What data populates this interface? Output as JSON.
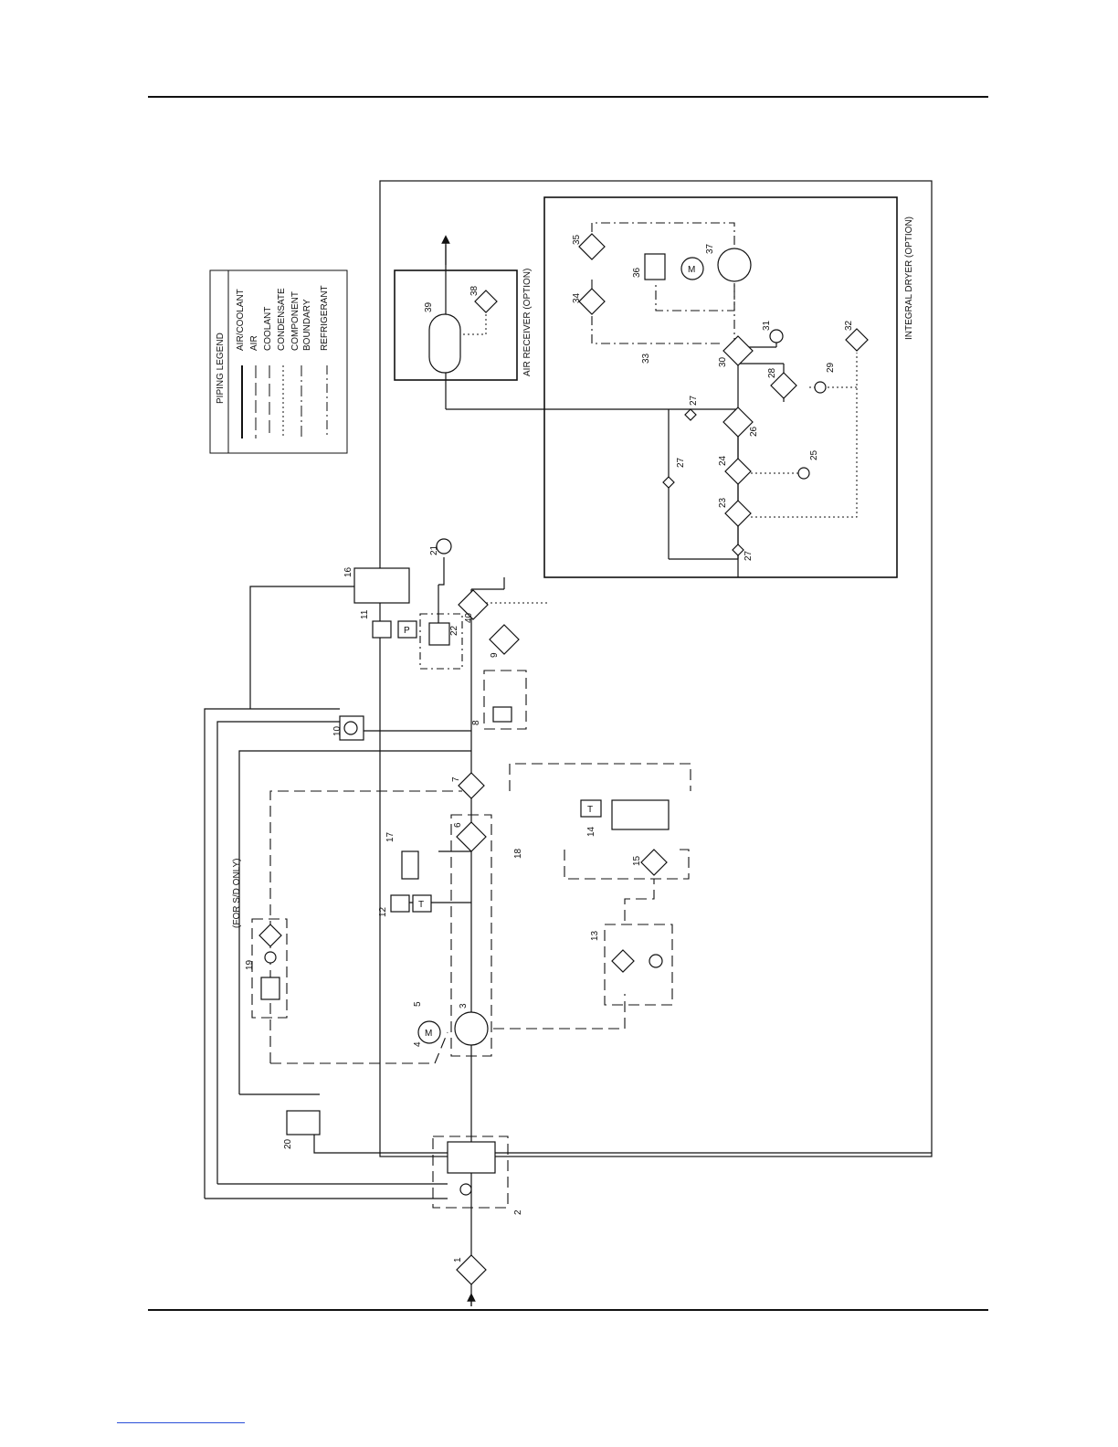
{
  "legend": {
    "title": "PIPING LEGEND",
    "entries": [
      "AIR/COOLANT",
      "AIR",
      "COOLANT",
      "CONDENSATE",
      "COMPONENT",
      "BOUNDARY",
      "REFRIGERANT"
    ]
  },
  "labels": {
    "air_receiver": "AIR RECEIVER (OPTION)",
    "integral_dryer": "INTEGRAL DRYER (OPTION)",
    "sd_only": "(FOR S/D ONLY)",
    "motor_m": "M",
    "dryer_motor_m": "M",
    "sensor_p": "P",
    "sensor_t_12": "T",
    "sensor_t_14": "T"
  },
  "components": {
    "c1": "1",
    "c2": "2",
    "c3": "3",
    "c4": "4",
    "c5": "5",
    "c6": "6",
    "c7": "7",
    "c8": "8",
    "c9": "9",
    "c10": "10",
    "c11": "11",
    "c12": "12",
    "c13": "13",
    "c14": "14",
    "c15": "15",
    "c16": "16",
    "c17": "17",
    "c18": "18",
    "c19": "19",
    "c20": "20",
    "c21": "21",
    "c22": "22",
    "c23": "23",
    "c24": "24",
    "c25": "25",
    "c26": "26",
    "c27a": "27",
    "c27b": "27",
    "c27c": "27",
    "c28": "28",
    "c29": "29",
    "c30": "30",
    "c31": "31",
    "c32": "32",
    "c33": "33",
    "c34": "34",
    "c35": "35",
    "c36": "36",
    "c37": "37",
    "c38": "38",
    "c39": "39",
    "c40": "40"
  }
}
